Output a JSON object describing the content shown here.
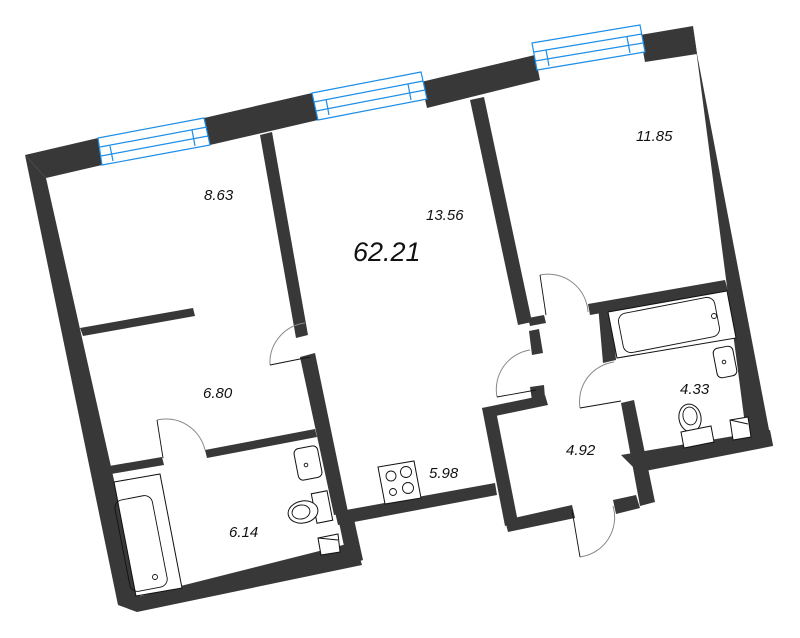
{
  "floor_plan": {
    "total_area": "62.21",
    "rooms": [
      {
        "id": "bedroom-left",
        "area": "8.63"
      },
      {
        "id": "living-room",
        "area": "13.56"
      },
      {
        "id": "bedroom-right",
        "area": "11.85"
      },
      {
        "id": "hall",
        "area": "6.80"
      },
      {
        "id": "bathroom-left",
        "area": "6.14"
      },
      {
        "id": "kitchen",
        "area": "5.98"
      },
      {
        "id": "corridor",
        "area": "4.92"
      },
      {
        "id": "bathroom-right",
        "area": "4.33"
      }
    ],
    "colors": {
      "wall": "#383838",
      "window": "#1e8fe8",
      "background": "#ffffff"
    }
  }
}
